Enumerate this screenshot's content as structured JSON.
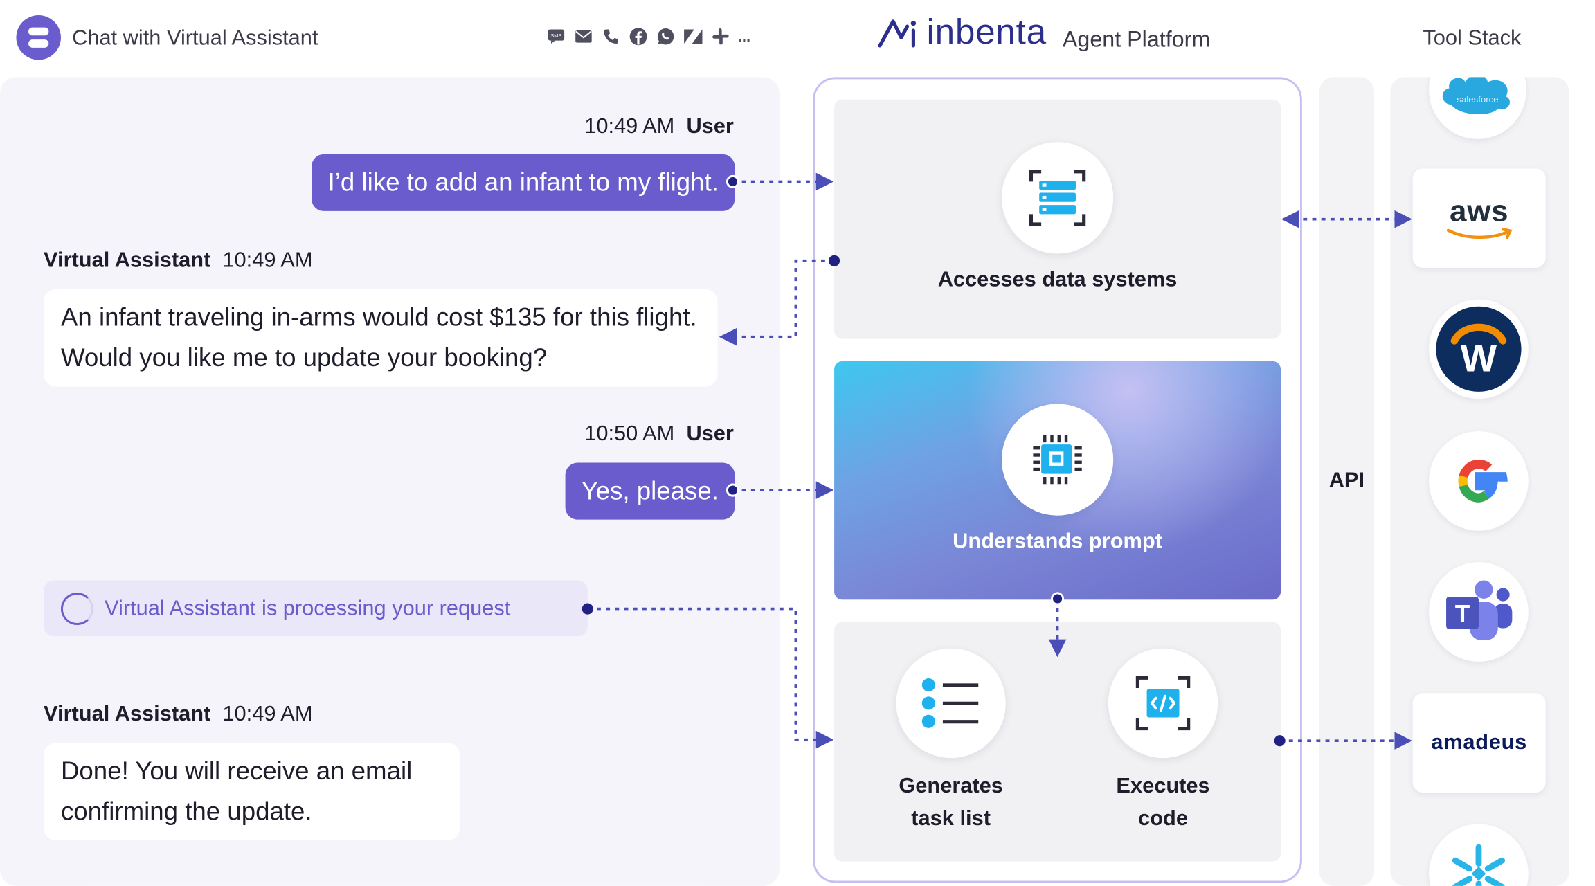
{
  "header": {
    "chat_title": "Chat with Virtual Assistant",
    "channels": [
      "sms-icon",
      "email-icon",
      "phone-icon",
      "facebook-icon",
      "whatsapp-icon",
      "zendesk-icon",
      "slack-icon"
    ],
    "channels_more": "...",
    "brand": "inbenta",
    "brand_suffix": "Agent Platform",
    "toolstack_title": "Tool Stack"
  },
  "chat": {
    "messages": [
      {
        "sender": "User",
        "time": "10:49 AM",
        "text": "I’d like to add an infant to my flight."
      },
      {
        "sender": "Virtual Assistant",
        "time": "10:49 AM",
        "text": "An infant traveling in-arms would cost $135 for this flight. Would you like me to update your booking?"
      },
      {
        "sender": "User",
        "time": "10:50 AM",
        "text": "Yes, please."
      },
      {
        "sender": "Virtual Assistant",
        "time": "10:49 AM",
        "text": "Done! You will receive an email confirming the update."
      }
    ],
    "processing_text": "Virtual Assistant is processing your request"
  },
  "platform": {
    "data_systems_label": "Accesses data systems",
    "understands_label": "Understands prompt",
    "task_list_label_line1": "Generates",
    "task_list_label_line2": "task list",
    "code_label_line1": "Executes",
    "code_label_line2": "code"
  },
  "api_label": "API",
  "tools": {
    "salesforce": "salesforce",
    "aws": "aws",
    "workday": "W",
    "google": "G",
    "teams": "T",
    "amadeus": "amadeus"
  },
  "colors": {
    "accent": "#6a5ccc",
    "connector": "#4a4fb8",
    "brand_navy": "#2c2f8c",
    "panel_bg": "#f5f4fb",
    "icon_cyan": "#1eb1ee"
  }
}
